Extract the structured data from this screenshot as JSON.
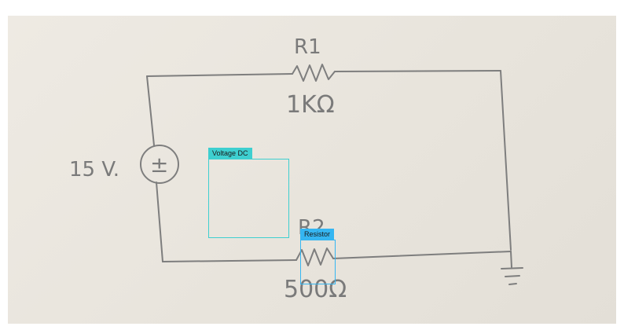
{
  "diagram": {
    "r1_name": "R1",
    "r1_value": "1KΩ",
    "r2_name": "R2",
    "r2_value": "500Ω",
    "source_value": "15 V.",
    "source_symbol": "±"
  },
  "annotations": [
    {
      "label": "Voltage DC",
      "color": "#3ecfd0"
    },
    {
      "label": "Resistor",
      "color": "#35b6f2"
    }
  ],
  "colors": {
    "pencil": "#7a7a7a",
    "paper": "#ebe7e0"
  }
}
